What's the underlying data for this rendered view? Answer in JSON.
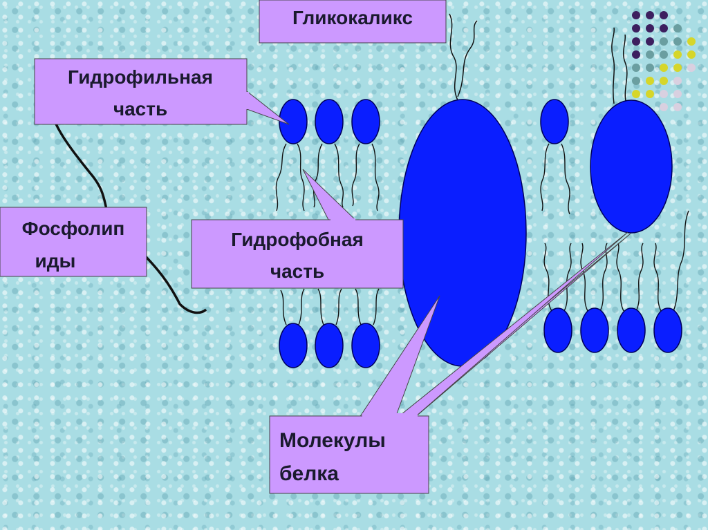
{
  "labels": {
    "glycocalyx": "Гликокаликс",
    "hydrophilic_line1": "Гидрофильная",
    "hydrophilic_line2": "часть",
    "phospholipids_line1": "Фосфолип",
    "phospholipids_line2": "иды",
    "hydrophobic_line1": "Гидрофобная",
    "hydrophobic_line2": "часть",
    "proteins_line1": "Молекулы",
    "proteins_line2": "белка"
  },
  "colors": {
    "background": "#a9dde4",
    "callout_fill": "#cc99ff",
    "molecule_fill": "#0a1eff",
    "molecule_stroke": "#00005a",
    "dot_dark": "#3d1f5f",
    "dot_teal": "#6a9ea0",
    "dot_yellow": "#d6d62a",
    "dot_light": "#d9d0e0"
  }
}
